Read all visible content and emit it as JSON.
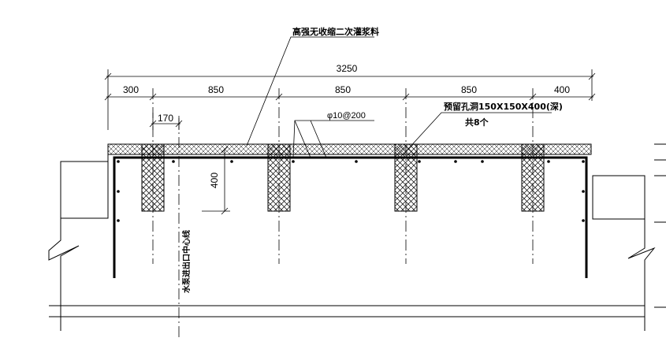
{
  "labels": {
    "grout": "高强无收缩二次灌浆料",
    "rebar": "φ10@200",
    "hole": "预留孔洞150X150X400(深)",
    "hole_count": "共8个",
    "centerline": "水泵进出口中心线"
  },
  "dimensions": {
    "total": "3250",
    "seg_left": "300",
    "seg_1": "850",
    "seg_2": "850",
    "seg_3": "850",
    "seg_right": "400",
    "offset": "170",
    "depth": "400"
  }
}
